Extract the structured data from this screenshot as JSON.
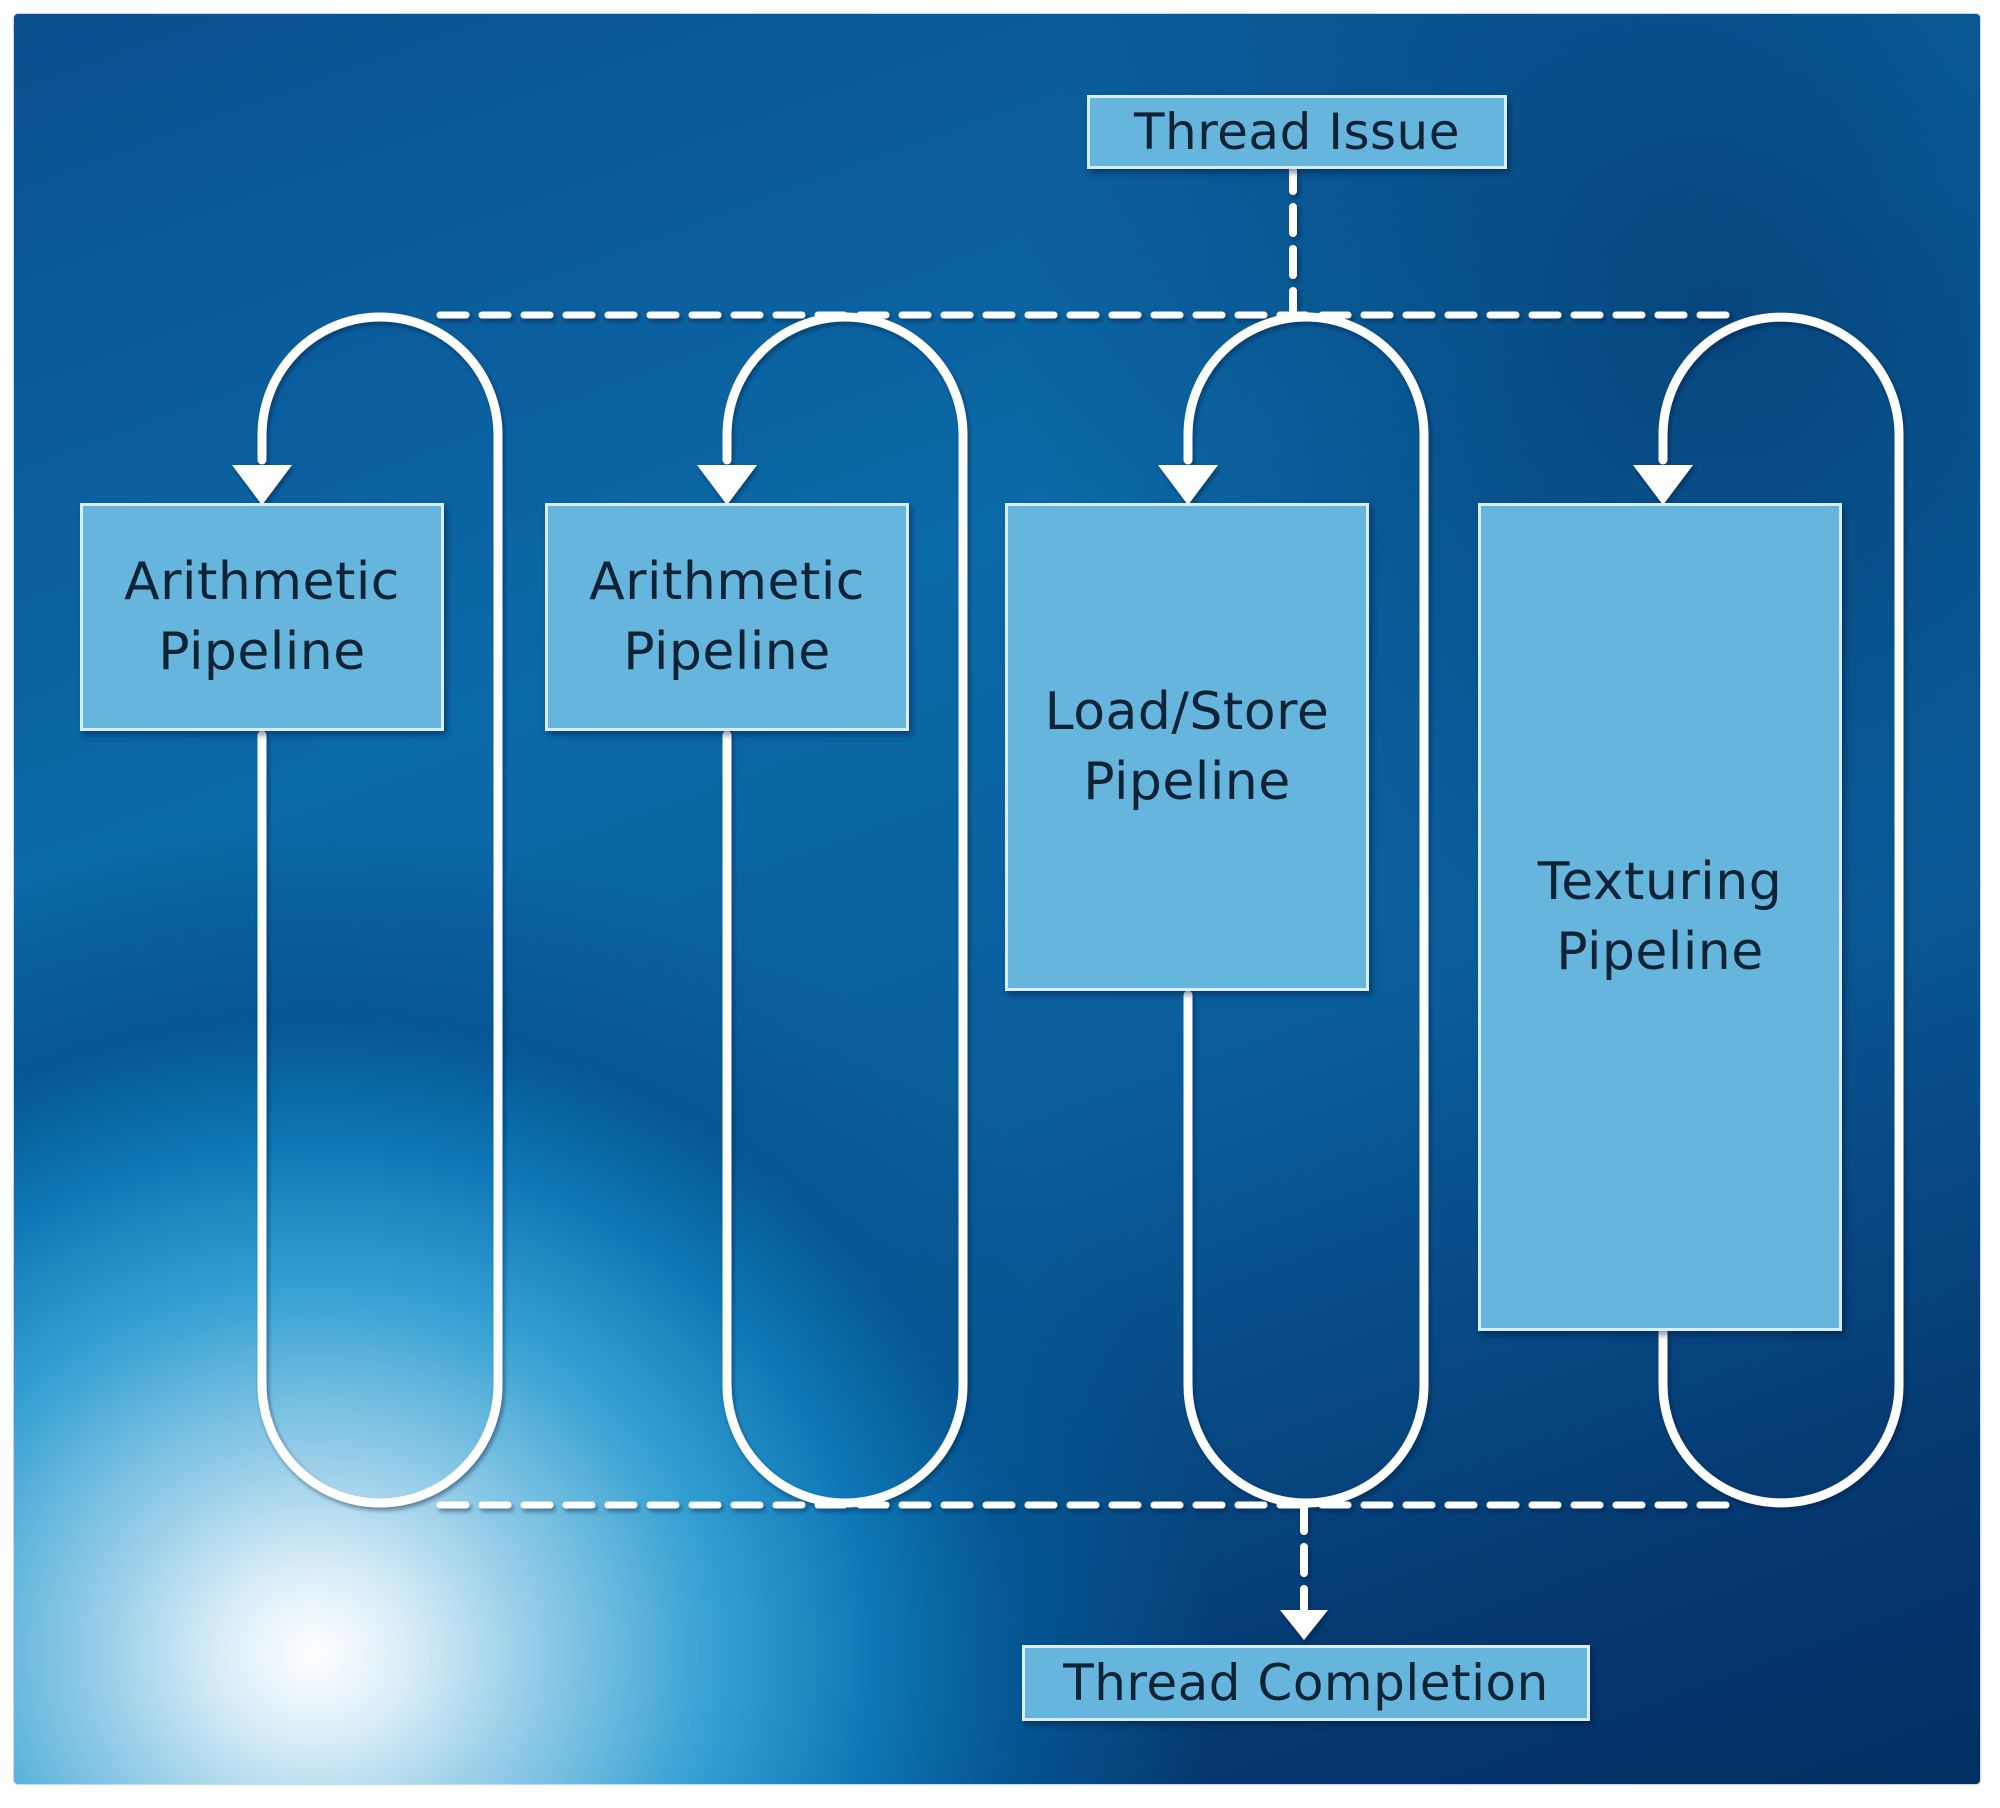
{
  "diagram": {
    "thread_issue": "Thread Issue",
    "thread_completion": "Thread Completion",
    "pipelines": [
      {
        "line1": "Arithmetic",
        "line2": "Pipeline"
      },
      {
        "line1": "Arithmetic",
        "line2": "Pipeline"
      },
      {
        "line1": "Load/Store",
        "line2": "Pipeline"
      },
      {
        "line1": "Texturing",
        "line2": "Pipeline"
      }
    ]
  },
  "colors": {
    "box_fill": "#65b5dc",
    "box_border": "#d9eef8",
    "line": "#ffffff",
    "background_dark": "#053a72"
  }
}
